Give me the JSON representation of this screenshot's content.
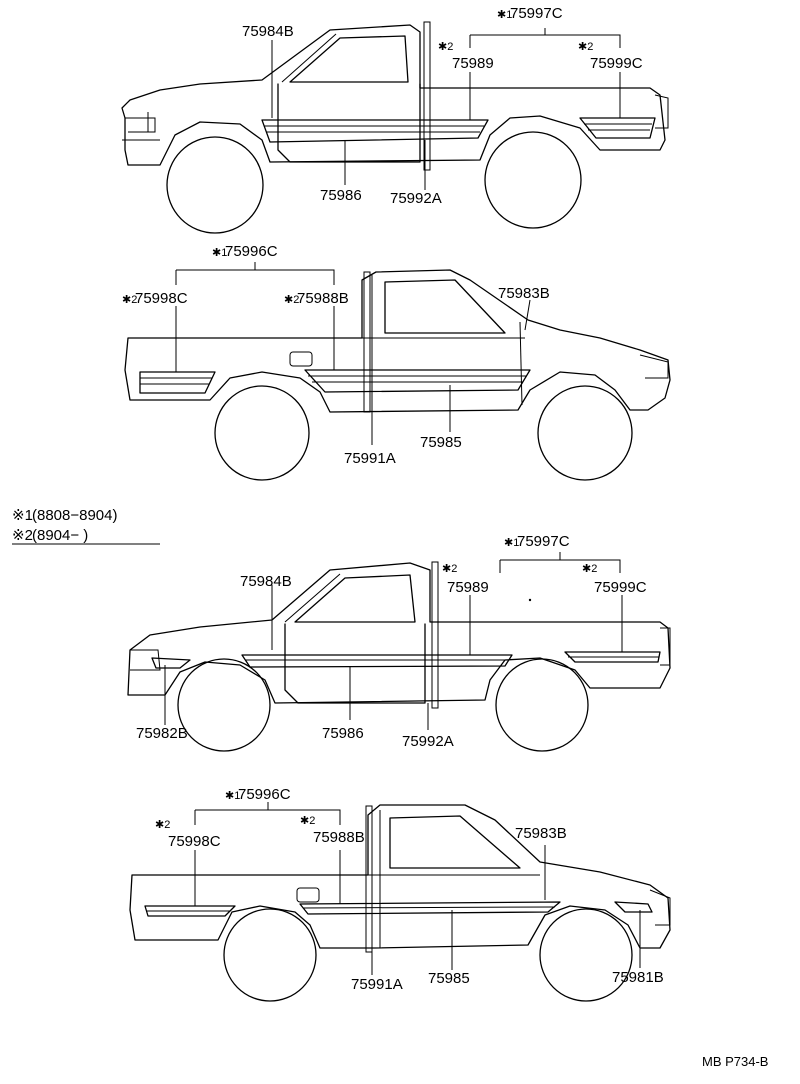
{
  "diagram_1": {
    "part_a": "75984B",
    "group_mark": "✱1",
    "group_part": "75997C",
    "mark_a": "✱2",
    "part_b": "75989",
    "mark_b": "✱2",
    "part_c": "75999C",
    "part_d": "75986",
    "part_e": "75992A"
  },
  "diagram_2": {
    "group_mark": "✱1",
    "group_part": "75996C",
    "mark_a": "✱2",
    "part_a": "75998C",
    "mark_b": "✱2",
    "part_b": "75988B",
    "part_c": "75983B",
    "part_d": "75991A",
    "part_e": "75985"
  },
  "legend": {
    "item_1_mark": "※1",
    "item_1_range": "(8808−8904)",
    "item_2_mark": "※2",
    "item_2_range": "(8904−       )"
  },
  "diagram_3": {
    "part_a": "75984B",
    "group_mark": "✱1",
    "group_part": "75997C",
    "mark_a": "✱2",
    "part_b": "75989",
    "mark_b": "✱2",
    "part_c": "75999C",
    "part_d": "75982B",
    "part_e": "75986",
    "part_f": "75992A"
  },
  "diagram_4": {
    "group_mark": "✱1",
    "group_part": "75996C",
    "mark_a": "✱2",
    "part_a": "75998C",
    "mark_b": "✱2",
    "part_b": "75988B",
    "part_c": "75983B",
    "part_d": "75991A",
    "part_e": "75985",
    "part_f": "75981B"
  },
  "footer": {
    "code": "MB P734-B"
  }
}
